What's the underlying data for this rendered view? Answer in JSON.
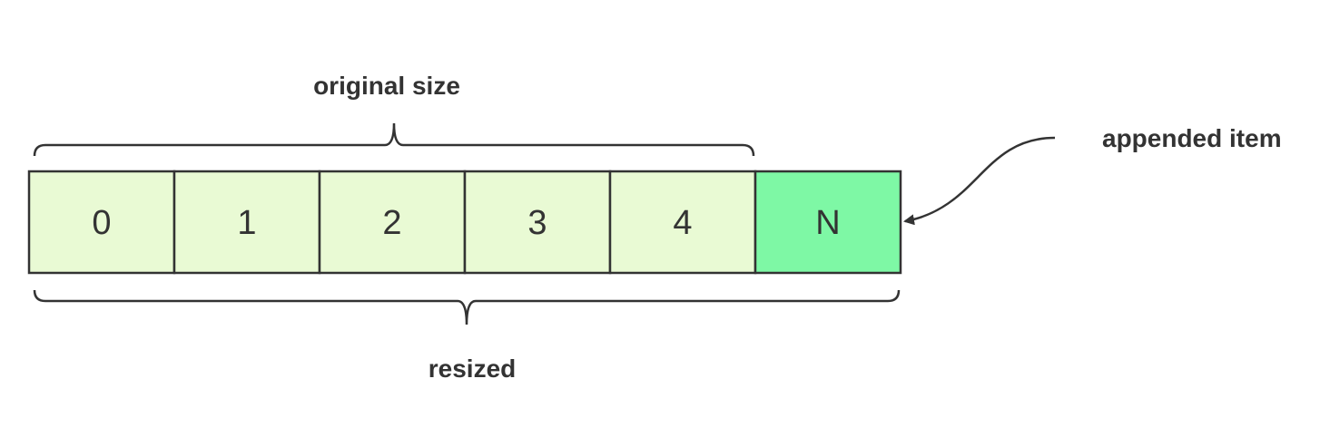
{
  "labels": {
    "original_size": "original size",
    "resized": "resized",
    "appended_item": "appended item"
  },
  "cells": [
    {
      "label": "0",
      "fill": "#e9fad4",
      "kind": "original"
    },
    {
      "label": "1",
      "fill": "#e9fad4",
      "kind": "original"
    },
    {
      "label": "2",
      "fill": "#e9fad4",
      "kind": "original"
    },
    {
      "label": "3",
      "fill": "#e9fad4",
      "kind": "original"
    },
    {
      "label": "4",
      "fill": "#e9fad4",
      "kind": "original"
    },
    {
      "label": "N",
      "fill": "#7ef8a5",
      "kind": "appended"
    }
  ],
  "colors": {
    "stroke": "#333333",
    "text": "#333333"
  }
}
